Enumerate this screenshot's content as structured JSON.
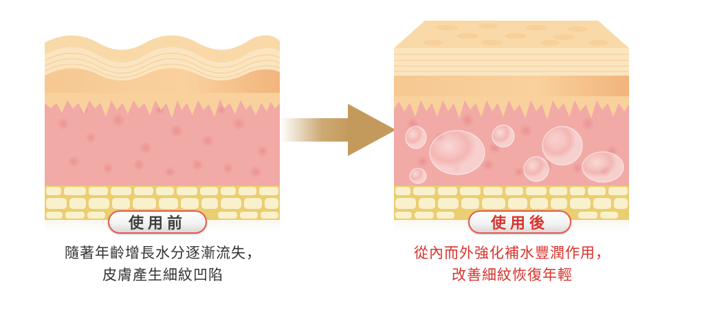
{
  "colors": {
    "stratum_light": "#fbe7c4",
    "stratum_wave": "#f9d8a7",
    "epidermis": "#f7c68f",
    "dermis": "#f1aaa6",
    "dermis_dots": "#ea8f8c",
    "fat_bg": "#ecd07a",
    "fat_cell": "#f8f1cc",
    "arrow": "#c8a064",
    "accent_red": "#d8322b",
    "text_dark": "#333333"
  },
  "before": {
    "badge_label": "使用前",
    "caption_line1": "隨著年齡增長水分逐漸流失，",
    "caption_line2": "皮膚產生細紋凹陷"
  },
  "after": {
    "badge_label": "使用後",
    "caption_line1": "從內而外強化補水豐潤作用，",
    "caption_line2": "改善細紋恢復年輕"
  },
  "arrow": {
    "icon": "right-arrow-icon"
  }
}
